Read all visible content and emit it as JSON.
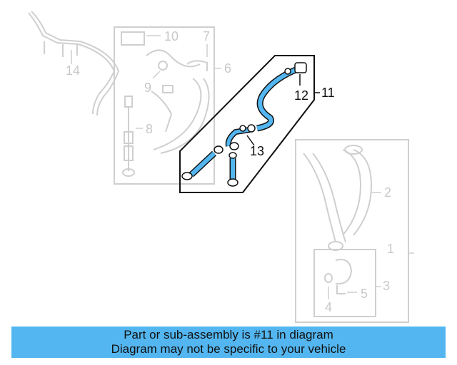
{
  "callouts": {
    "c1": "1",
    "c2": "2",
    "c3": "3",
    "c4": "4",
    "c5": "5",
    "c6": "6",
    "c7": "7",
    "c8": "8",
    "c9": "9",
    "c10": "10",
    "c11": "11",
    "c12": "12",
    "c13": "13",
    "c14": "14"
  },
  "caption": {
    "line1": "Part or sub-assembly is #11 in diagram",
    "line2": "Diagram may not be specific to your vehicle"
  },
  "colors": {
    "highlight": "#53b6f0",
    "faded": "#cccccc",
    "ink": "#111111"
  }
}
